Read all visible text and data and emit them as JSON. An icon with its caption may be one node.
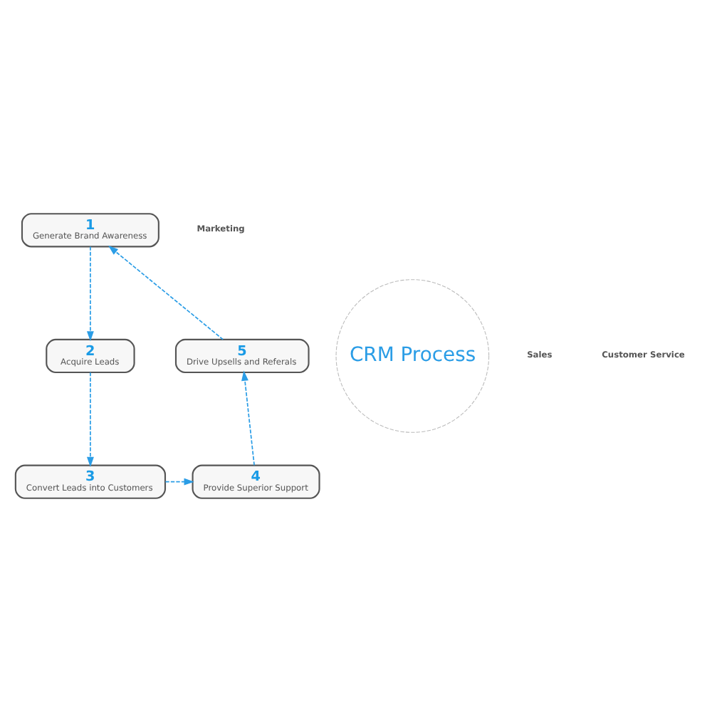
{
  "diagram": {
    "nodes": [
      {
        "text": [
          "1",
          "Generate Brand Awareness"
        ]
      },
      {
        "text": [
          "2",
          "Acquire Leads"
        ]
      },
      {
        "text": [
          "3",
          "Convert Leads into Customers"
        ]
      },
      {
        "text": [
          "4",
          "Provide Superior Support"
        ]
      },
      {
        "text": [
          "5",
          "Drive Upsells and Referals"
        ]
      },
      {
        "text": [
          "CRM Process"
        ]
      }
    ],
    "edges": [
      {
        "from": 0,
        "to": 1,
        "arrow": "to",
        "style": "dashed"
      },
      {
        "from": 1,
        "to": 2,
        "arrow": "to",
        "style": "dashed"
      },
      {
        "from": 2,
        "to": 3,
        "arrow": "to",
        "style": "dashed"
      },
      {
        "from": 3,
        "to": 4,
        "arrow": "to",
        "style": "dashed"
      },
      {
        "from": 4,
        "to": 0,
        "arrow": "to",
        "style": "dashed"
      }
    ],
    "labels": [
      "Marketing",
      "Sales",
      "Customer Service"
    ]
  }
}
